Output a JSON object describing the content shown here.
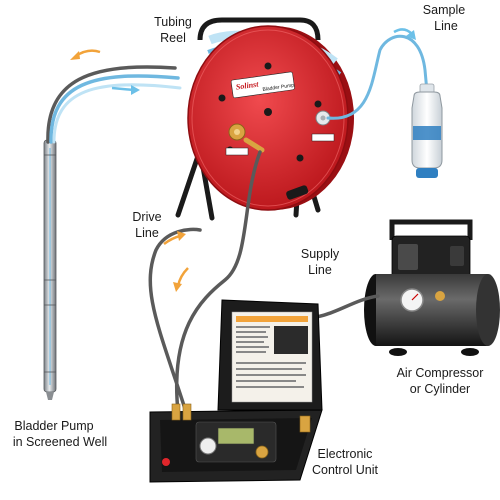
{
  "labels": {
    "tubing_reel": {
      "line1": "Tubing",
      "line2": "Reel"
    },
    "sample_line": {
      "line1": "Sample",
      "line2": "Line"
    },
    "drive_line": {
      "line1": "Drive",
      "line2": "Line"
    },
    "supply_line": {
      "line1": "Supply",
      "line2": "Line"
    },
    "bladder_pump": {
      "line1": "Bladder Pump",
      "line2": "in Screened Well"
    },
    "air_compressor": {
      "line1": "Air Compressor",
      "line2": "or Cylinder"
    },
    "control_unit": {
      "line1": "Electronic",
      "line2": "Control Unit"
    }
  },
  "reel_brand": {
    "logo": "Solinst",
    "subtitle": "Bladder Pump"
  },
  "colors": {
    "reel_red": "#e0262b",
    "tube_blue": "#6fb8e0",
    "hose_gray": "#5a5a5a",
    "flow_arrow_orange": "#f2a33a",
    "flow_arrow_blue": "#6cc0e8",
    "case_black": "#1c1c1c",
    "fitting_brass": "#d9a441"
  }
}
